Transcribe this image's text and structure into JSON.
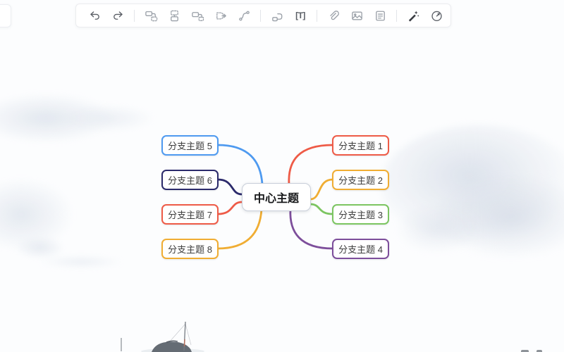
{
  "toolbar": {
    "icons": [
      {
        "name": "undo"
      },
      {
        "name": "redo"
      },
      {
        "name": "insert-sibling-node"
      },
      {
        "name": "insert-parent-node"
      },
      {
        "name": "insert-child-node"
      },
      {
        "name": "collapse-expand-node"
      },
      {
        "name": "relation-line"
      },
      {
        "name": "summary"
      },
      {
        "name": "text"
      },
      {
        "name": "hyperlink"
      },
      {
        "name": "image"
      },
      {
        "name": "note"
      },
      {
        "name": "ai-magic"
      },
      {
        "name": "gauge"
      }
    ],
    "text_icon_label": "[T]"
  },
  "mindmap": {
    "central": {
      "label": "中心主题",
      "border_color": "#c9cfda"
    },
    "branches": [
      {
        "label": "分支主题 1",
        "color": "#ee5b47",
        "side": "right"
      },
      {
        "label": "分支主题 2",
        "color": "#f0ad33",
        "side": "right"
      },
      {
        "label": "分支主题 3",
        "color": "#7cc561",
        "side": "right"
      },
      {
        "label": "分支主题 4",
        "color": "#7d4e9b",
        "side": "right"
      },
      {
        "label": "分支主题 5",
        "color": "#4e9af0",
        "side": "left"
      },
      {
        "label": "分支主题 6",
        "color": "#2b2a6b",
        "side": "left"
      },
      {
        "label": "分支主题 7",
        "color": "#ee5b47",
        "side": "left"
      },
      {
        "label": "分支主题 8",
        "color": "#f0ad33",
        "side": "left"
      }
    ]
  },
  "palette": {
    "red": "#ee5b47",
    "yellow": "#f0ad33",
    "green": "#7cc561",
    "purple": "#7d4e9b",
    "blue": "#4e9af0",
    "navy": "#2b2a6b",
    "central_border": "#c9cfda",
    "canvas_bg": "#fcfdfe"
  }
}
